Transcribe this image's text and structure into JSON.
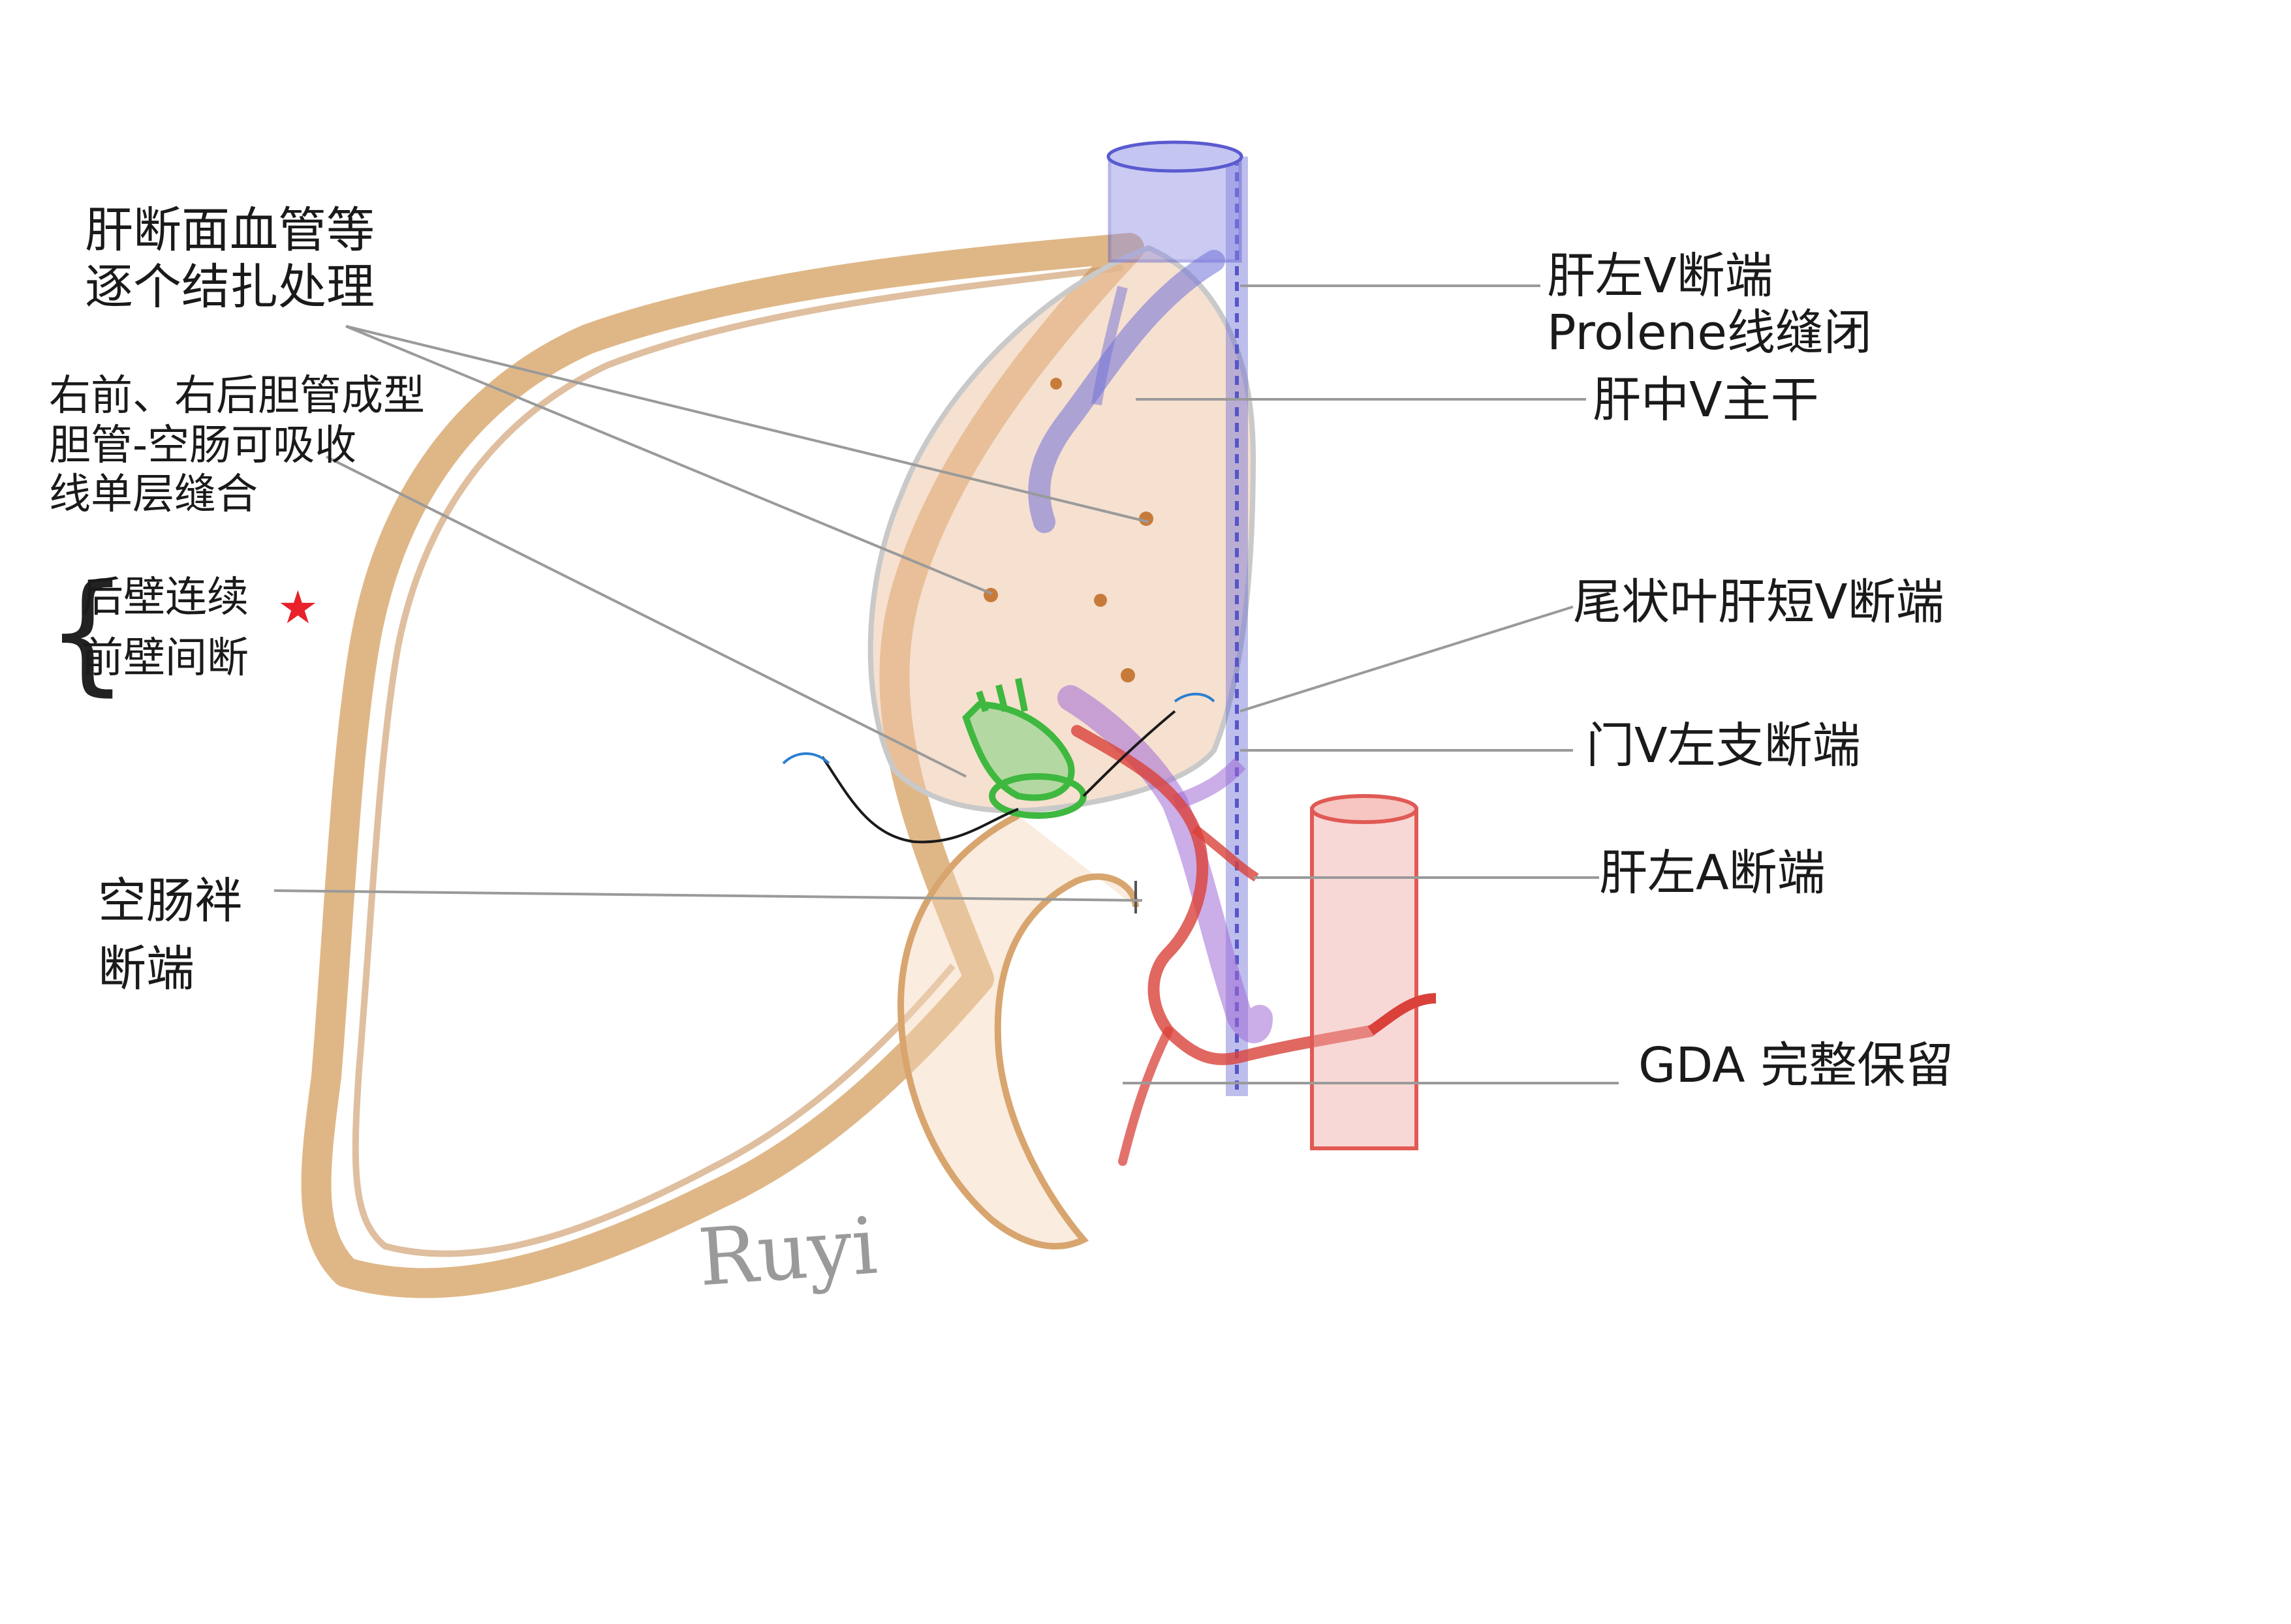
{
  "labels": {
    "hepatic_surface": [
      "肝断面血管等",
      "逐个结扎处理"
    ],
    "bile_duct": [
      "右前、右后胆管成型",
      "胆管-空肠可吸收",
      "线单层缝合"
    ],
    "bile_duct_sub": [
      "后壁连续",
      "前壁间断"
    ],
    "jejunal_loop": [
      "空肠袢",
      "断端"
    ],
    "left_hepatic_vein": [
      "肝左V断端",
      "Prolene线缝闭"
    ],
    "middle_hepatic_vein": "肝中V主干",
    "caudate_vein": "尾状叶肝短V断端",
    "portal_vein_left": "门V左支断端",
    "left_hepatic_artery": "肝左A断端",
    "gda": "GDA 完整保留"
  },
  "signature": "Ruyi",
  "colors": {
    "liver_outline": "#d9aa72",
    "liver_cut_surface": "#efc7a8",
    "vena_cava": "#6f6fd8",
    "portal_vein": "#a06ad6",
    "artery": "#d9413a",
    "aorta": "#e05a55",
    "bile_duct": "#3fb83f",
    "jejunum": "#d8a56f",
    "leader_line": "#9a9a9a",
    "ink": "#1a1a1a",
    "star": "#e8212b"
  }
}
